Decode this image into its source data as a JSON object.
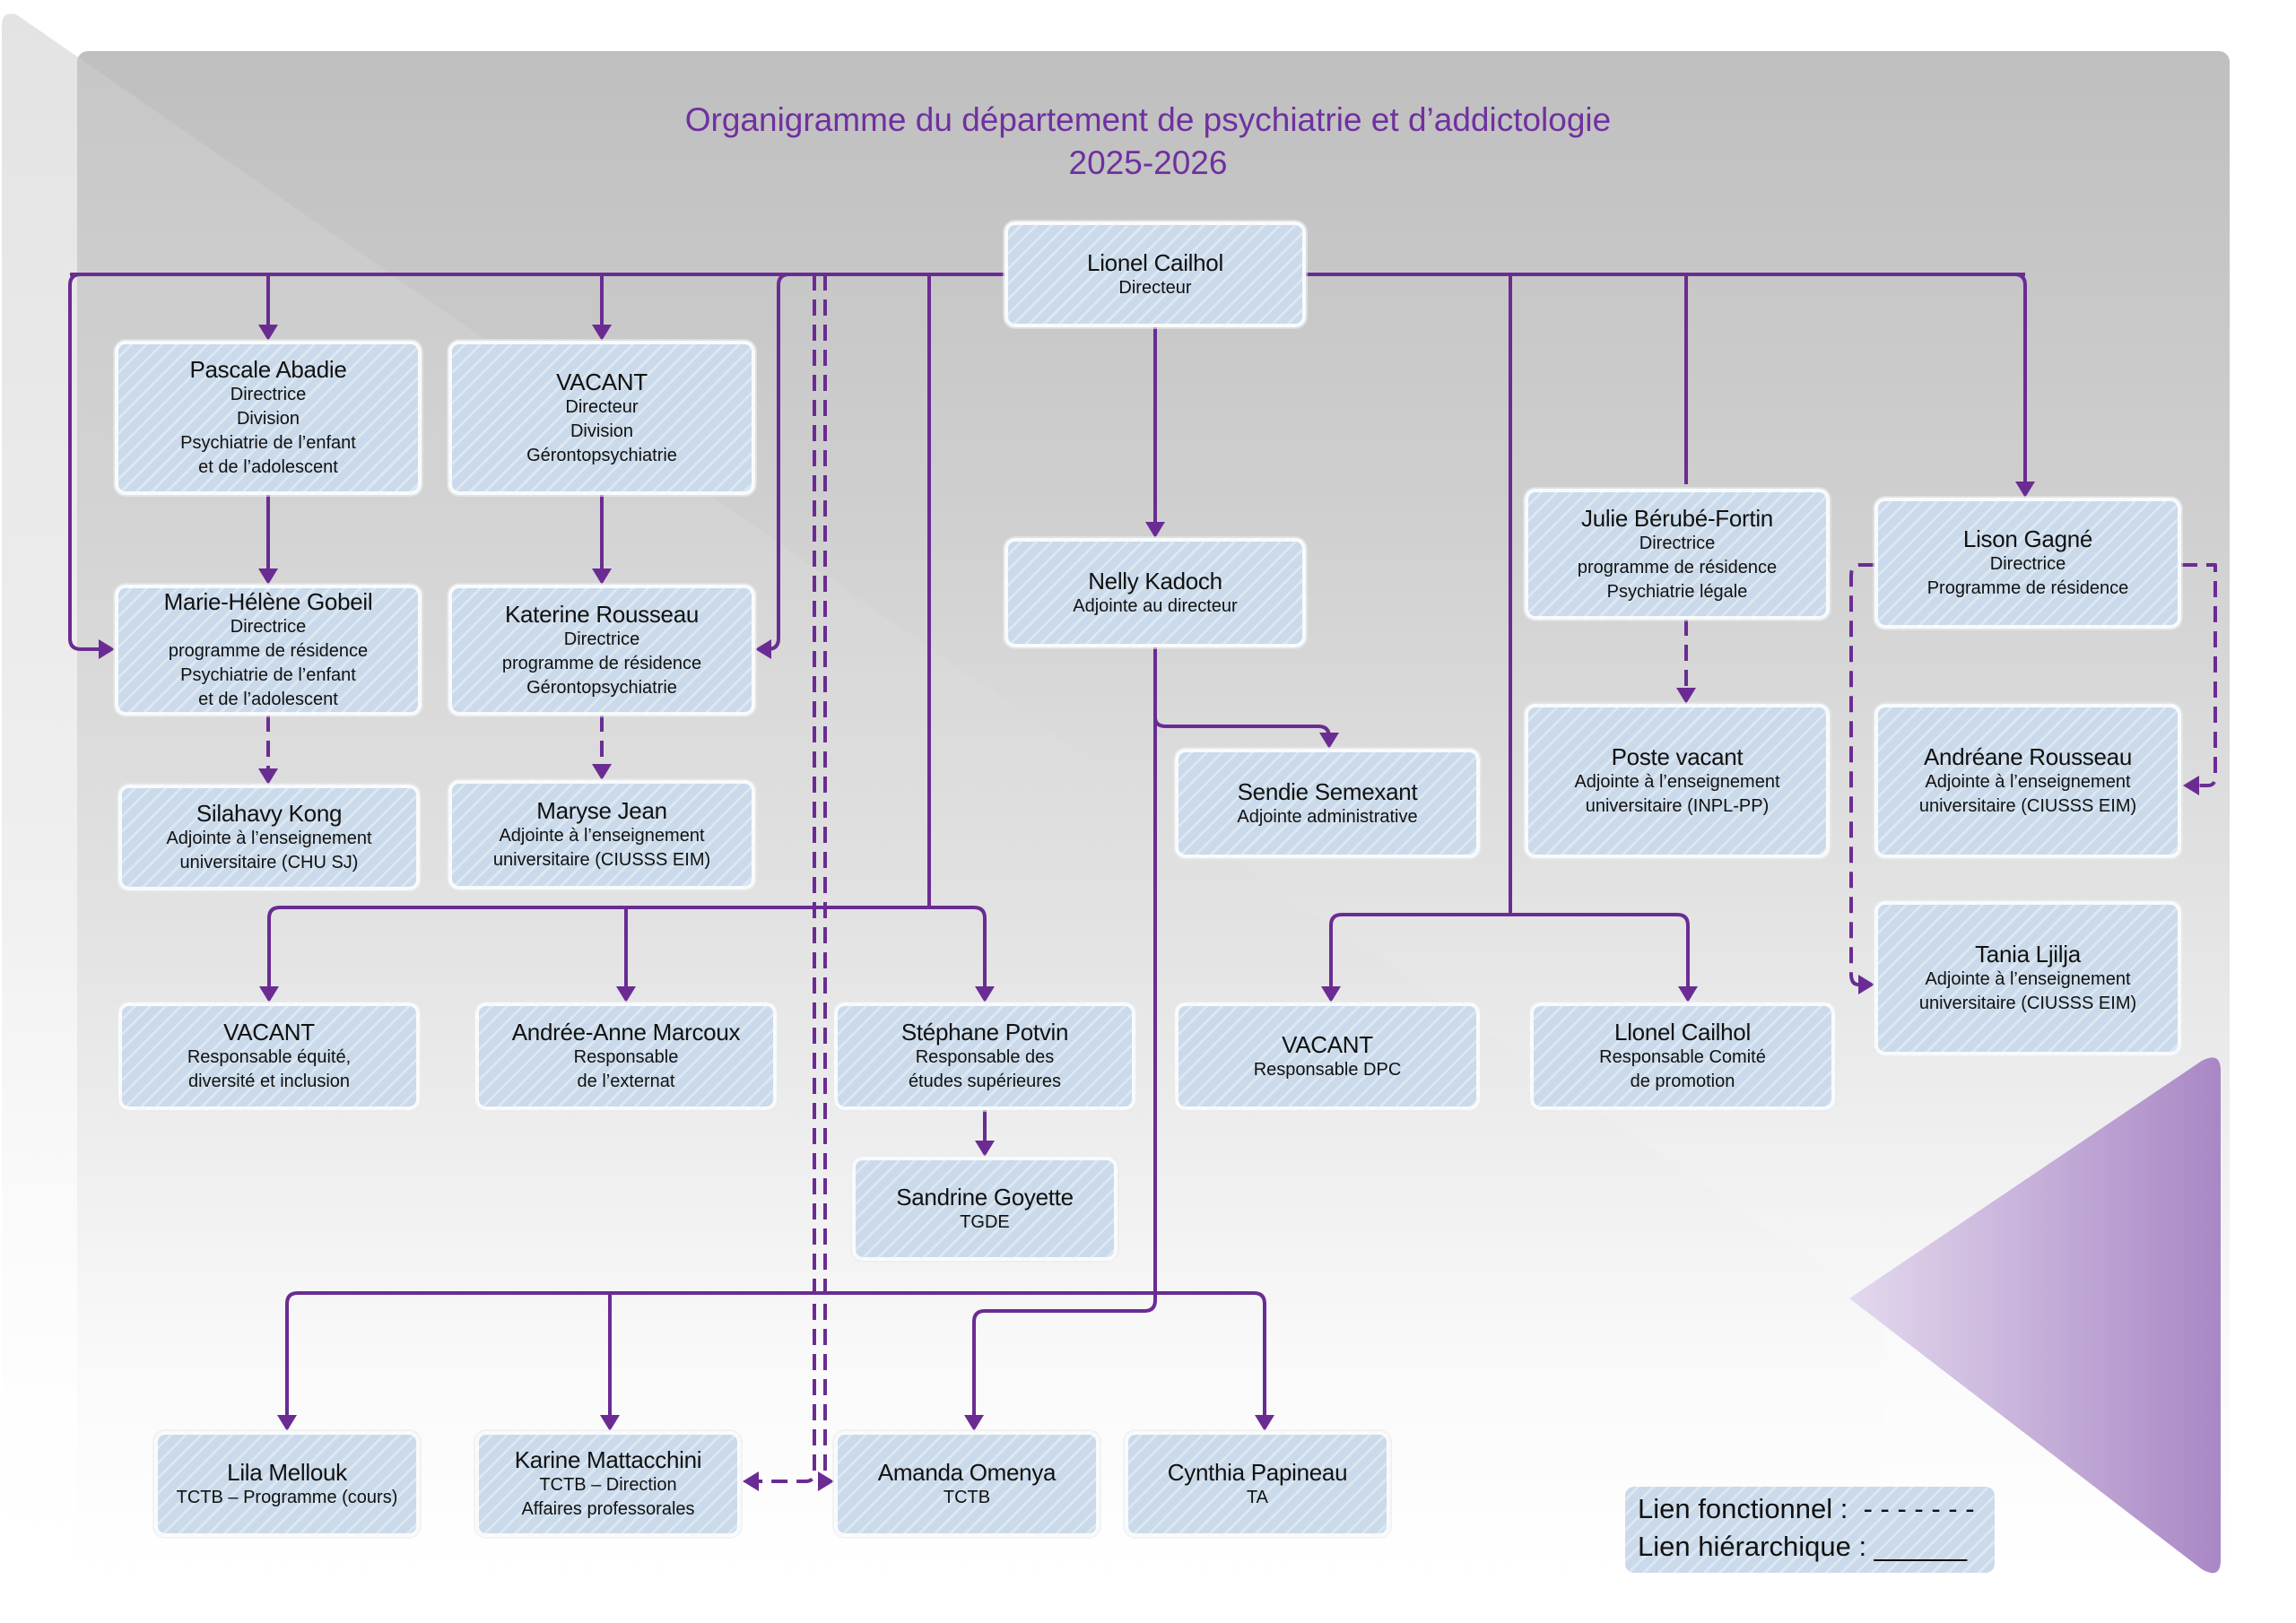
{
  "title": {
    "line1": "Organigramme du département de psychiatrie et d’addictologie",
    "line2": "2025-2026"
  },
  "colors": {
    "accent": "#7030a0",
    "link": "#6a2c93",
    "box_fill": "#cadaea",
    "triangle_light": "#dcd0e8",
    "triangle_dark": "#a987c5"
  },
  "nodes": {
    "director": {
      "name": "Lionel Cailhol",
      "role": [
        "Directeur"
      ]
    },
    "abadie": {
      "name": "Pascale Abadie",
      "role": [
        "Directrice",
        "Division",
        "Psychiatrie de l’enfant",
        "et de l’adolescent"
      ]
    },
    "vacant_geronto": {
      "name": "VACANT",
      "role": [
        "Directeur",
        "Division",
        "Gérontopsychiatrie"
      ]
    },
    "gobeil": {
      "name": "Marie-Hélène Gobeil",
      "role": [
        "Directrice",
        "programme de résidence",
        "Psychiatrie de l’enfant",
        "et de l’adolescent"
      ]
    },
    "k_rousseau": {
      "name": "Katerine Rousseau",
      "role": [
        "Directrice",
        "programme de résidence",
        "Gérontopsychiatrie"
      ]
    },
    "kong": {
      "name": "Silahavy Kong",
      "role": [
        "Adjointe à l’enseignement",
        "universitaire (CHU SJ)"
      ]
    },
    "jean": {
      "name": "Maryse Jean",
      "role": [
        "Adjointe à l’enseignement",
        "universitaire (CIUSSS EIM)"
      ]
    },
    "kadoch": {
      "name": "Nelly Kadoch",
      "role": [
        "Adjointe au directeur"
      ]
    },
    "semexant": {
      "name": "Sendie Semexant",
      "role": [
        "Adjointe administrative"
      ]
    },
    "berube": {
      "name": "Julie Bérubé-Fortin",
      "role": [
        "Directrice",
        "programme de résidence",
        "Psychiatrie légale"
      ]
    },
    "gagne": {
      "name": "Lison Gagné",
      "role": [
        "Directrice",
        "Programme de résidence"
      ]
    },
    "poste_vacant": {
      "name": "Poste vacant",
      "role": [
        "Adjointe à l’enseignement",
        "universitaire (INPL-PP)"
      ]
    },
    "a_rousseau": {
      "name": "Andréane Rousseau",
      "role": [
        "Adjointe à l’enseignement",
        "universitaire (CIUSSS EIM)"
      ]
    },
    "ljilja": {
      "name": "Tania Ljilja",
      "role": [
        "Adjointe à l’enseignement",
        "universitaire (CIUSSS EIM)"
      ]
    },
    "vacant_edi": {
      "name": "VACANT",
      "role": [
        "Responsable équité,",
        "diversité et inclusion"
      ]
    },
    "marcoux": {
      "name": "Andrée-Anne Marcoux",
      "role": [
        "Responsable",
        "de l’externat"
      ]
    },
    "potvin": {
      "name": "Stéphane Potvin",
      "role": [
        "Responsable des",
        "études supérieures"
      ]
    },
    "vacant_dpc": {
      "name": "VACANT",
      "role": [
        "Responsable DPC"
      ]
    },
    "cailhol_promo": {
      "name": "Llonel Cailhol",
      "role": [
        "Responsable Comité",
        "de promotion"
      ]
    },
    "goyette": {
      "name": "Sandrine Goyette",
      "role": [
        "TGDE"
      ]
    },
    "mellouk": {
      "name": "Lila Mellouk",
      "role": [
        "TCTB – Programme (cours)"
      ]
    },
    "mattacchini": {
      "name": "Karine Mattacchini",
      "role": [
        "TCTB – Direction",
        "Affaires professorales"
      ]
    },
    "omenya": {
      "name": "Amanda Omenya",
      "role": [
        "TCTB"
      ]
    },
    "papineau": {
      "name": "Cynthia Papineau",
      "role": [
        "TA"
      ]
    }
  },
  "legend": {
    "functional": "Lien fonctionnel :  - - - - - - -",
    "hierarchical": "Lien hiérarchique : ______"
  },
  "link_types": {
    "functional": "dashed",
    "hierarchical": "solid"
  }
}
